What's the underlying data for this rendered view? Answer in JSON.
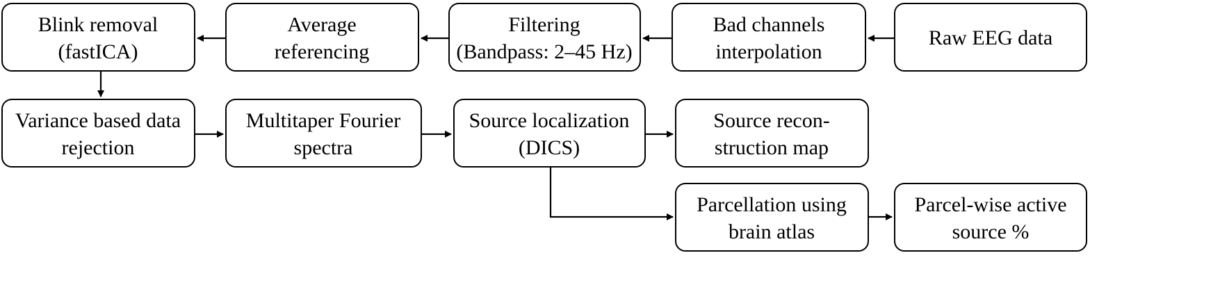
{
  "nodes": {
    "raw": {
      "line1": "Raw EEG data",
      "line2": ""
    },
    "badch": {
      "line1": "Bad channels",
      "line2": "interpolation"
    },
    "filter": {
      "line1": "Filtering",
      "line2": "(Bandpass: 2–45 Hz)"
    },
    "avgref": {
      "line1": "Average",
      "line2": "referencing"
    },
    "blink": {
      "line1": "Blink removal",
      "line2": "(fastICA)"
    },
    "variance": {
      "line1": "Variance based data",
      "line2": "rejection"
    },
    "multitaper": {
      "line1": "Multitaper Fourier",
      "line2": "spectra"
    },
    "source": {
      "line1": "Source localization",
      "line2": "(DICS)"
    },
    "recon": {
      "line1": "Source recon-",
      "line2": "struction map"
    },
    "parcellation": {
      "line1": "Parcellation using",
      "line2": "brain atlas"
    },
    "parcel": {
      "line1": "Parcel-wise active",
      "line2": "source %"
    }
  },
  "edges": [
    {
      "from": "raw",
      "to": "badch"
    },
    {
      "from": "badch",
      "to": "filter"
    },
    {
      "from": "filter",
      "to": "avgref"
    },
    {
      "from": "avgref",
      "to": "blink"
    },
    {
      "from": "blink",
      "to": "variance"
    },
    {
      "from": "variance",
      "to": "multitaper"
    },
    {
      "from": "multitaper",
      "to": "source"
    },
    {
      "from": "source",
      "to": "recon"
    },
    {
      "from": "source",
      "to": "parcellation"
    },
    {
      "from": "parcellation",
      "to": "parcel"
    }
  ]
}
